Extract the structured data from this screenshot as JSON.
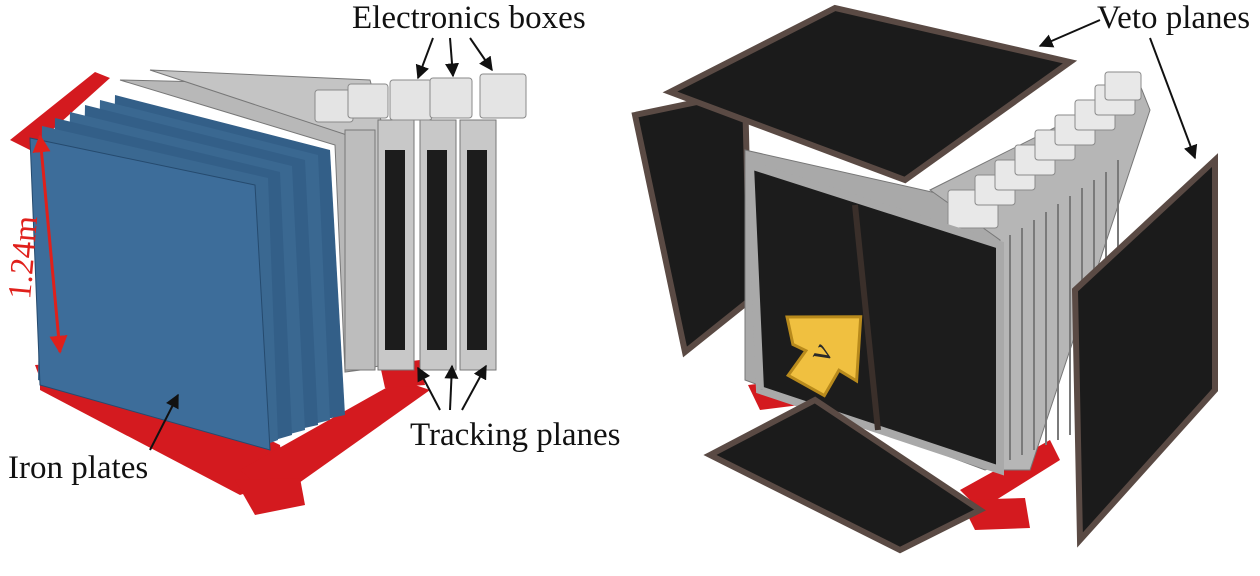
{
  "labels": {
    "electronics_boxes": "Electronics boxes",
    "veto_planes": "Veto planes",
    "tracking_planes": "Tracking planes",
    "iron_plates": "Iron plates",
    "height_dimension": "1.24m",
    "neutrino_symbol": "ν"
  },
  "colors": {
    "iron_blue": "#3d6d9a",
    "frame_red": "#d41a1f",
    "plane_grey": "#a9a9a9",
    "dark_panel": "#1a1a1a",
    "veto_frame": "#5a4a44",
    "arrow_yellow": "#f0c040",
    "dimension_red": "#e0201b"
  }
}
